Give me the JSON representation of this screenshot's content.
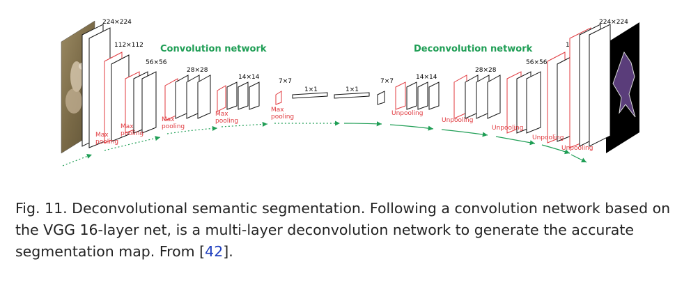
{
  "diagram": {
    "titles": {
      "conv": "Convolution network",
      "deconv": "Deconvolution network"
    },
    "size_labels": {
      "s224": "224×224",
      "s112": "112×112",
      "s56": "56×56",
      "s28": "28×28",
      "s14": "14×14",
      "s7": "7×7",
      "s1": "1×1"
    },
    "op_labels": {
      "max_line1": "Max",
      "max_line2": "pooling",
      "unpooling": "Unpooling"
    },
    "colors": {
      "accent_green": "#1f9e55",
      "pool_red": "#e0393e",
      "block_stroke": "#111111"
    }
  },
  "caption": {
    "text": "Fig. 11. Deconvolutional semantic segmentation. Following a convolution network based on the VGG 16-layer net, is a multi-layer deconvolution network to generate the accurate segmentation map. From [",
    "cite": "42",
    "after": "]."
  }
}
